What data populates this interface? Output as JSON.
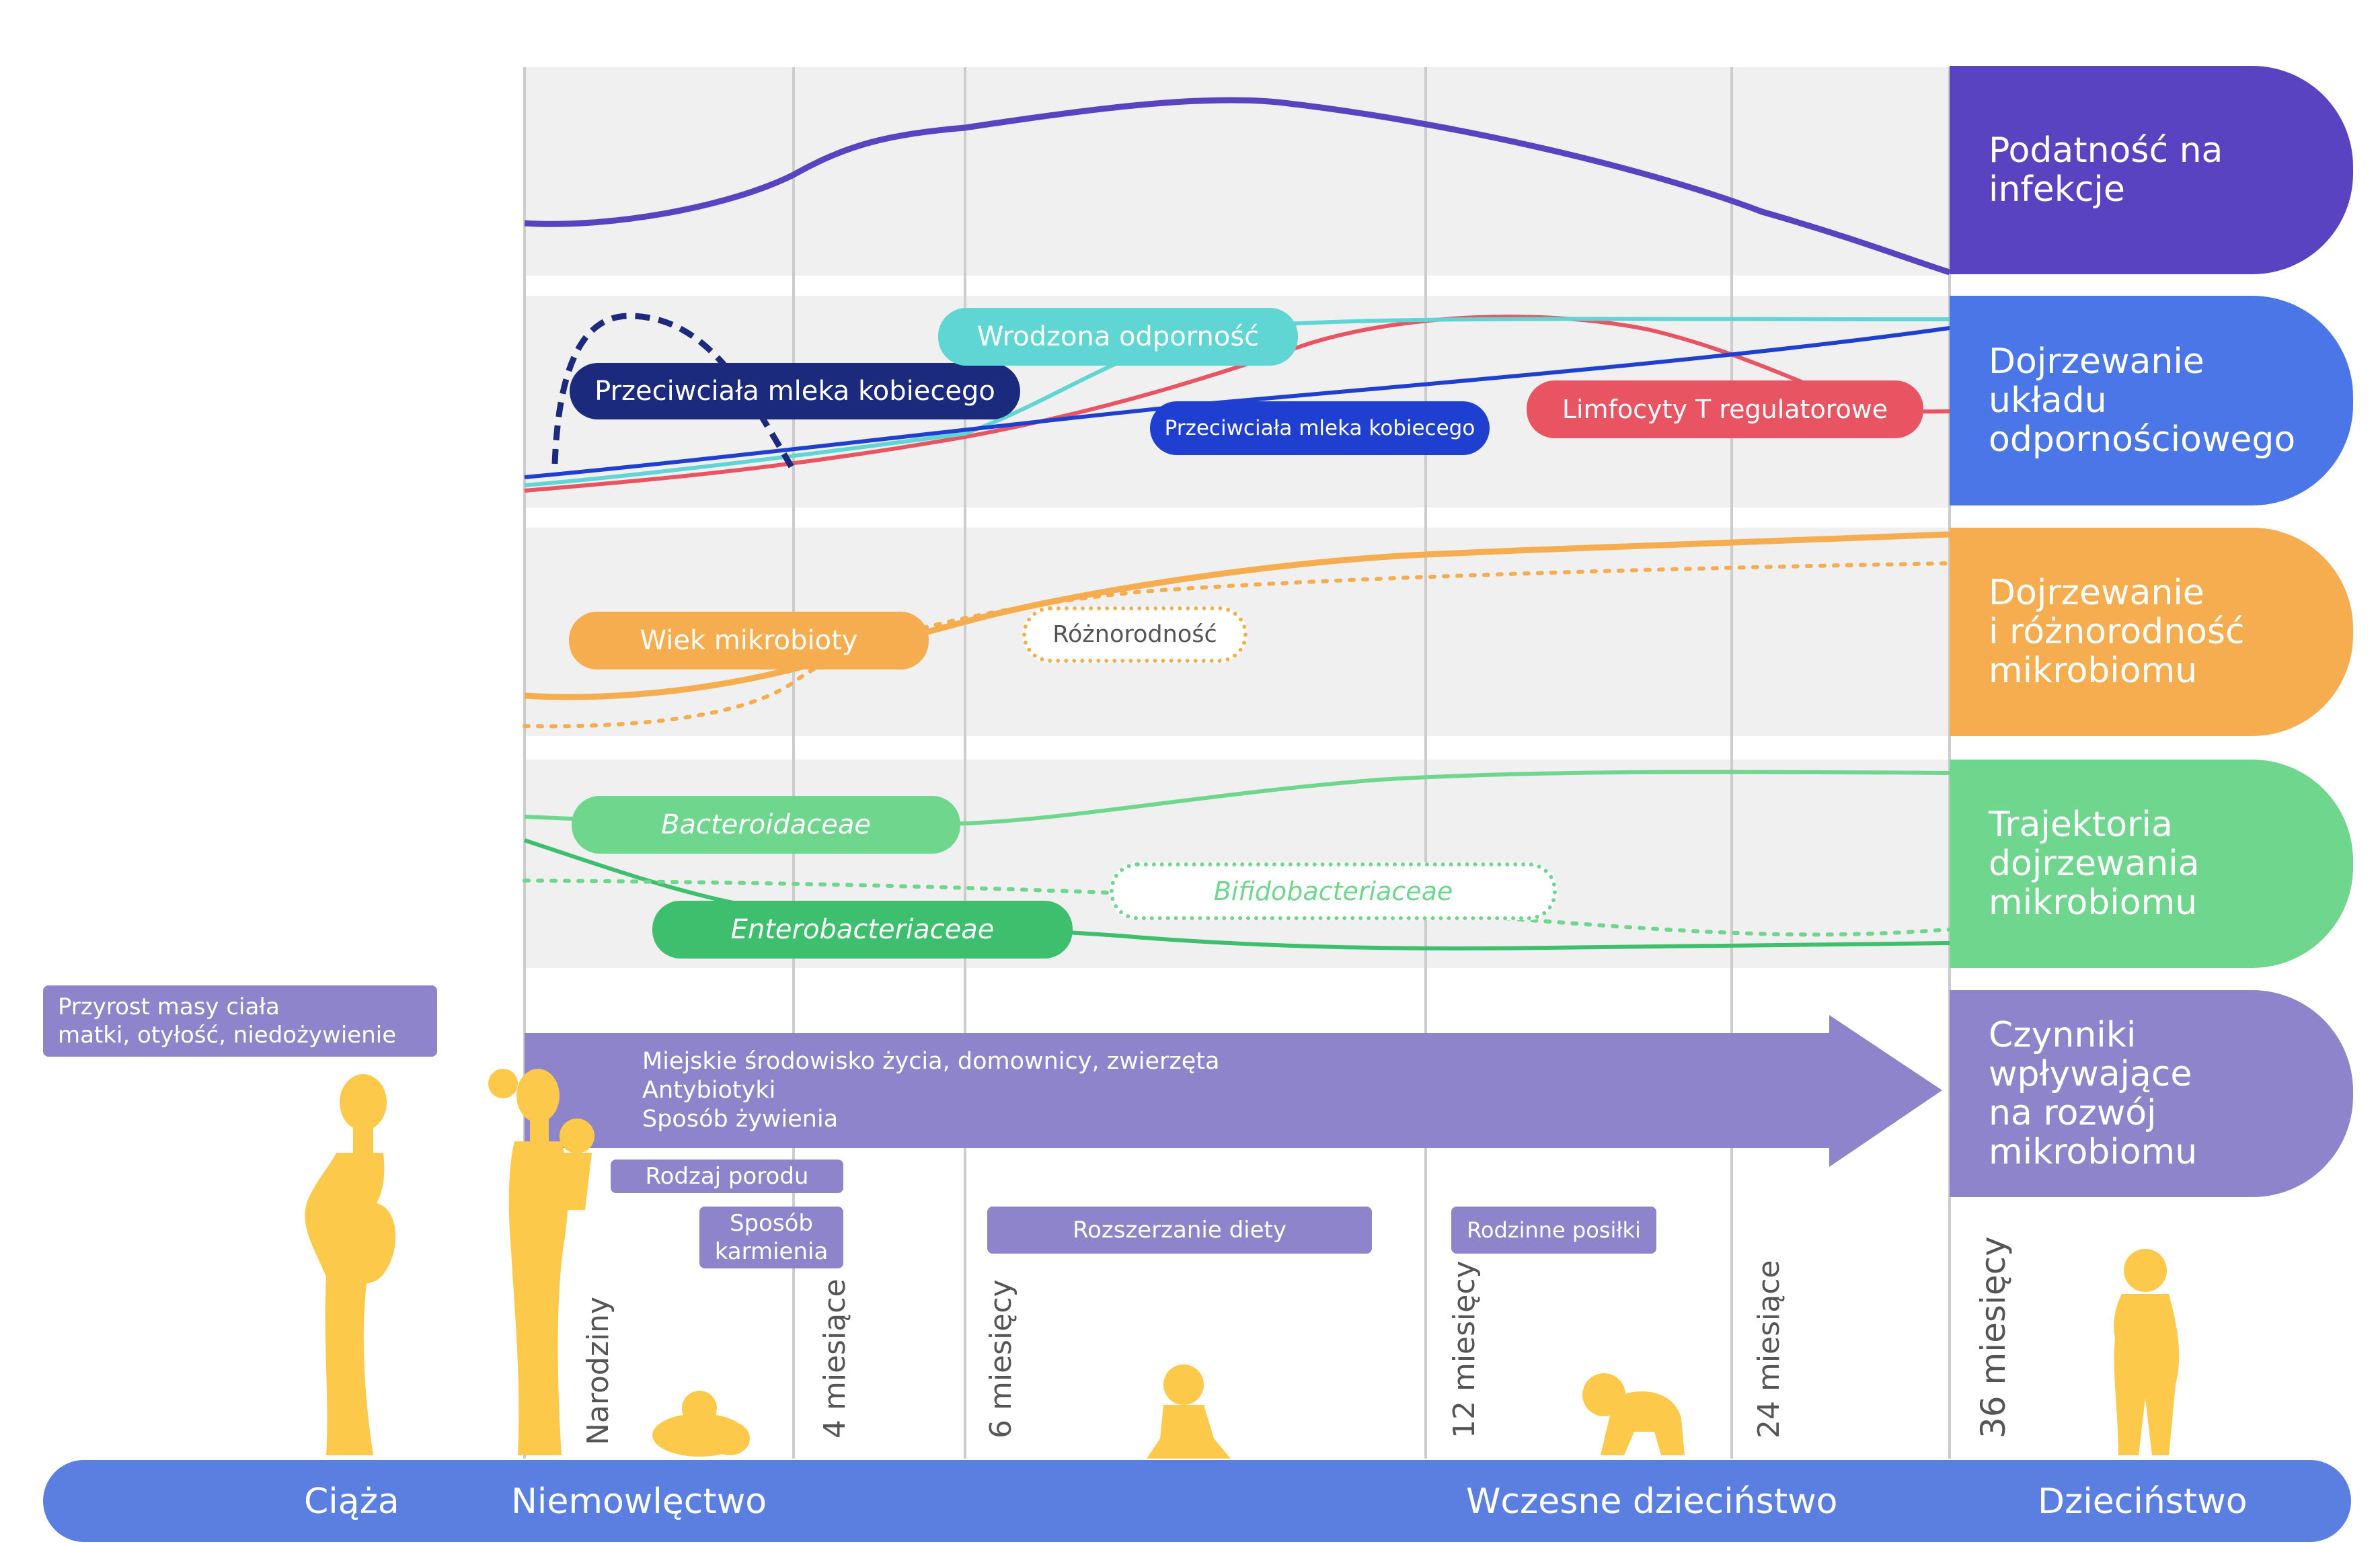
{
  "colors": {
    "infection": "#5a43c0",
    "immune": "#4a76e8",
    "microbiome": "#f5ad4f",
    "trajectory": "#6fd68e",
    "factors": "#8d84cb",
    "axis": "#5b7fe0",
    "figure": "#fcc94a",
    "milk_dark": "#1c2a7d",
    "milk_blue": "#1f3fd1",
    "innate": "#5fd6d4",
    "treg": "#e85462",
    "enterobacteriaceae": "#3ebf6e"
  },
  "tabs": {
    "infection": [
      "Podatność na",
      "infekcje"
    ],
    "immune": [
      "Dojrzewanie",
      "układu",
      "odpornościowego"
    ],
    "microbiome": [
      "Dojrzewanie",
      "i różnorodność",
      "mikrobiomu"
    ],
    "trajectory": [
      "Trajektoria",
      "dojrzewania",
      "mikrobiomu"
    ],
    "factors": [
      "Czynniki",
      "wpływające",
      "na rozwój",
      "mikrobiomu"
    ]
  },
  "curve_labels": {
    "milk_antibodies_dark": "Przeciwciała mleka kobiecego",
    "innate_immunity": "Wrodzona odporność",
    "milk_antibodies_blue": "Przeciwciała mleka kobiecego",
    "treg": "Limfocyty T regulatorowe",
    "microbiota_age": "Wiek mikrobioty",
    "diversity": "Różnorodność",
    "bacteroidaceae": "Bacteroidaceae",
    "bifidobacteriaceae": "Bifidobacteriaceae",
    "enterobacteriaceae": "Enterobacteriaceae"
  },
  "factors": {
    "maternal": [
      "Przyrost masy ciała",
      "matki, otyłość, niedożywienie"
    ],
    "arrow_lines": [
      "Miejskie środowisko życia, domownicy, zwierzęta",
      "Antybiotyki",
      "Sposób żywienia"
    ],
    "delivery": "Rodzaj porodu",
    "feeding": [
      "Sposób",
      "karmienia"
    ],
    "diet": "Rozszerzanie diety",
    "family_meals": "Rodzinne posiłki"
  },
  "time_ticks": [
    "Narodziny",
    "4 miesiące",
    "6 miesięcy",
    "12 miesięcy",
    "24 miesiące",
    "36 miesięcy"
  ],
  "phases": [
    "Ciąża",
    "Niemowlęctwo",
    "Wczesne dzieciństwo",
    "Dzieciństwo"
  ],
  "icons": [
    "pregnant-woman-icon",
    "mother-with-baby-icon",
    "lying-infant-icon",
    "sitting-baby-icon",
    "crawling-baby-icon",
    "standing-child-icon"
  ]
}
